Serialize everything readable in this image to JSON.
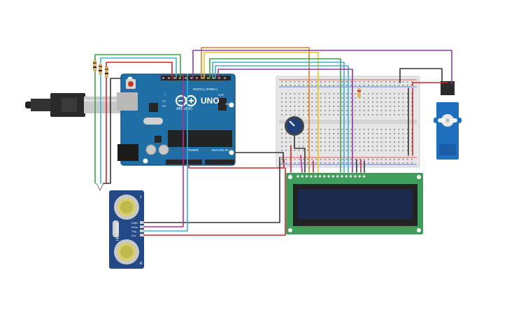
{
  "arduino": {
    "model": "UNO",
    "brand": "ARDUINO",
    "digital_header": "DIGITAL (PWM~)",
    "power_header": "POWER",
    "analog_header": "ANALOG IN",
    "on_label": "ON",
    "tx_label": "TX",
    "rx_label": "RX",
    "l_label": "L",
    "icsp_label": "ICSP"
  },
  "sensor": {
    "model": "HC-SR04",
    "pins": [
      "GND",
      "Echo",
      "Trig",
      "Vcc"
    ],
    "t_label": "T",
    "r_label": "R"
  },
  "lcd": {
    "pin_count": 16
  },
  "colors": {
    "arduino_board": "#1f6fa6",
    "breadboard": "#e6e6e6",
    "lcd_pcb": "#3f9e5c",
    "lcd_screen": "#1c2a4e",
    "sensor_pcb": "#234a86",
    "servo": "#1f6fbf",
    "wire_red": "#d9232a",
    "wire_black": "#333333",
    "wire_orange": "#e0821f",
    "wire_yellow": "#e9c41f",
    "wire_green": "#3aa843",
    "wire_cyan": "#3ab0d6",
    "wire_purple": "#8c3aa8",
    "wire_magenta": "#c22a8c"
  },
  "icons": [
    "usb-cable-icon",
    "potentiometer-icon",
    "servo-motor-icon",
    "resistor-icon",
    "led-icon"
  ]
}
